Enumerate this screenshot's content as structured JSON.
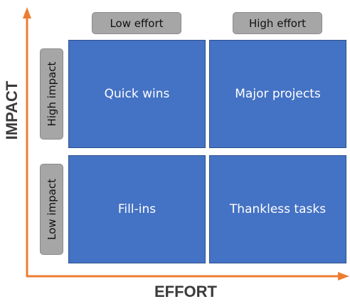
{
  "axes": {
    "x_label": "EFFORT",
    "y_label": "IMPACT",
    "color": "#ed7d31"
  },
  "columns": {
    "low": "Low effort",
    "high": "High effort"
  },
  "rows": {
    "high": "High impact",
    "low": "Low impact"
  },
  "quadrants": {
    "quick_wins": "Quick wins",
    "major_projects": "Major projects",
    "fill_ins": "Fill-ins",
    "thankless_tasks": "Thankless tasks"
  },
  "colors": {
    "quadrant_fill": "#4472c4",
    "tag_fill": "#a6a6a6"
  }
}
